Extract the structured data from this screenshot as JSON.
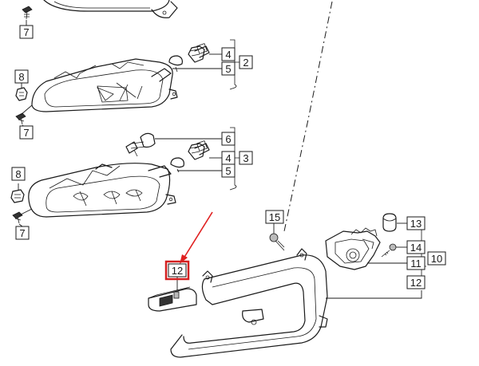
{
  "callouts": {
    "c1": "7",
    "c2": "4",
    "c3": "5",
    "c4": "2",
    "c5": "8",
    "c6": "7",
    "c7": "6",
    "c8": "4",
    "c9": "5",
    "c10": "3",
    "c11": "8",
    "c12": "7",
    "c13": "15",
    "c14": "13",
    "c15": "14",
    "c16": "11",
    "c17": "10",
    "c18": "12",
    "c19": "12"
  },
  "highlight": {
    "color": "#d42020",
    "arrow_color": "#e02020",
    "part_number": "12"
  }
}
